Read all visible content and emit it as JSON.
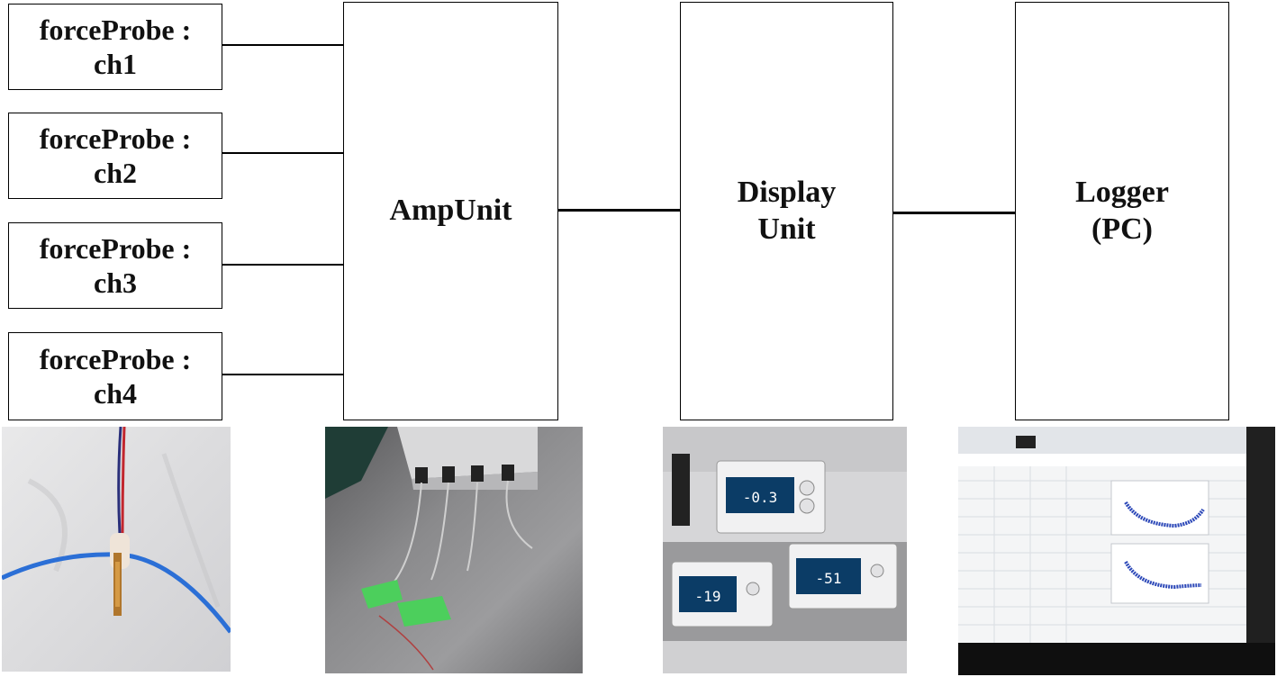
{
  "probes": [
    {
      "label": "forceProbe :",
      "channel": "ch1"
    },
    {
      "label": "forceProbe :",
      "channel": "ch2"
    },
    {
      "label": "forceProbe :",
      "channel": "ch3"
    },
    {
      "label": "forceProbe :",
      "channel": "ch4"
    }
  ],
  "amp_unit": {
    "label": "AmpUnit"
  },
  "display_unit": {
    "line1": "Display",
    "line2": "Unit"
  },
  "logger": {
    "line1": "Logger",
    "line2": "(PC)"
  },
  "photos": {
    "display_readings": [
      "-0.3",
      "-19",
      "-51"
    ]
  }
}
